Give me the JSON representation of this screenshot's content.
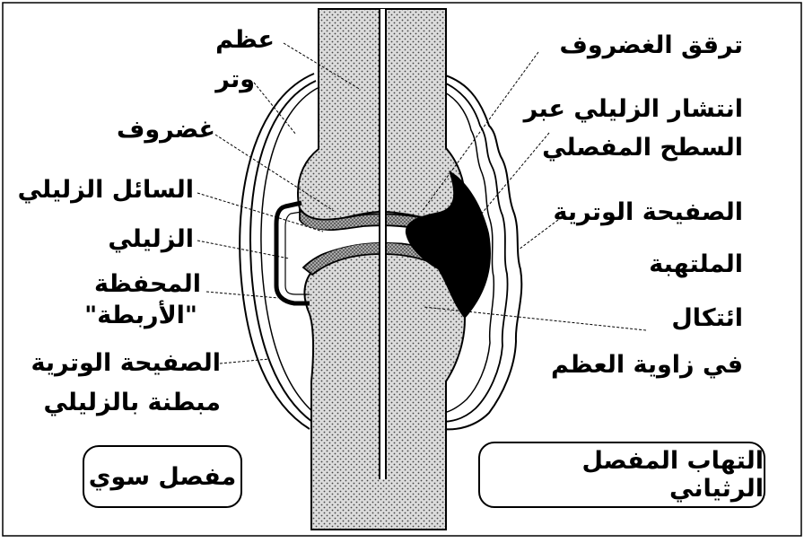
{
  "figure": {
    "left_labels": {
      "bone": "عظم",
      "tendon": "وتر",
      "cartilage": "غضروف",
      "synovial_fluid": "السائل الزليلي",
      "synovium": "الزليلي",
      "capsule_line1": "المحفظة",
      "capsule_line2": "\"الأربطة\"",
      "fibrous_layer_line1": "الصفيحة الوترية",
      "fibrous_layer_line2": "مبطنة بالزليلي"
    },
    "right_labels": {
      "cartilage_thinning": "ترقق الغضروف",
      "synovial_spread_line1": "انتشار الزليلي عبر",
      "synovial_spread_line2": "السطح المفصلي",
      "inflamed_layer_line1": "الصفيحة الوترية",
      "inflamed_layer_line2": "الملتهبة",
      "erosion_line1": "ائتكال",
      "erosion_line2": "في زاوية العظم"
    },
    "panel_titles": {
      "normal": "مفصل سوي",
      "rheumatoid": "التهاب المفصل الرثياني"
    },
    "colors": {
      "line": "#000000",
      "background": "#ffffff",
      "bone_fill": "#d9d9d9",
      "cartilage_fill": "#bdbdbd",
      "pannus": "#000000"
    }
  }
}
